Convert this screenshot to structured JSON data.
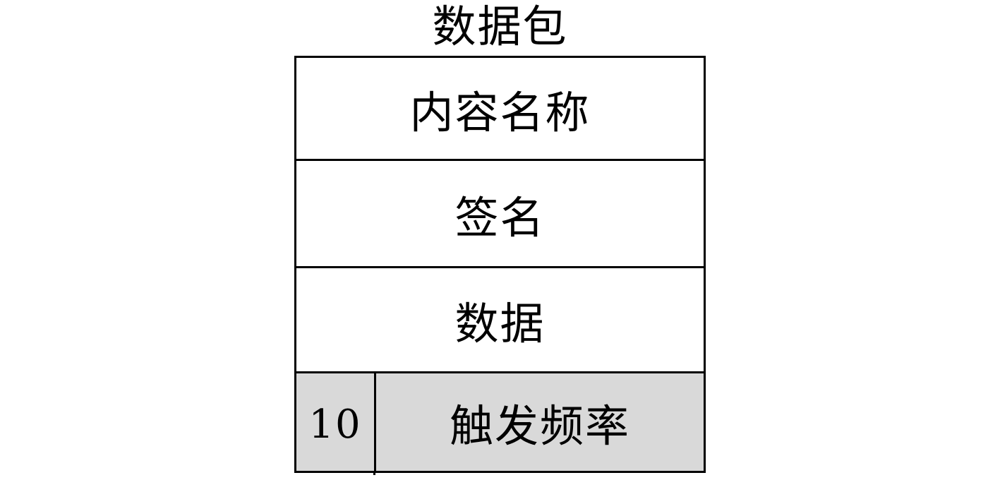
{
  "diagram": {
    "title": "数据包",
    "fields": [
      {
        "label": "内容名称"
      },
      {
        "label": "签名"
      },
      {
        "label": "数据"
      }
    ],
    "trigger_row": {
      "counter": "10",
      "label": "触发频率",
      "background_color": "#d9d9d9"
    }
  }
}
